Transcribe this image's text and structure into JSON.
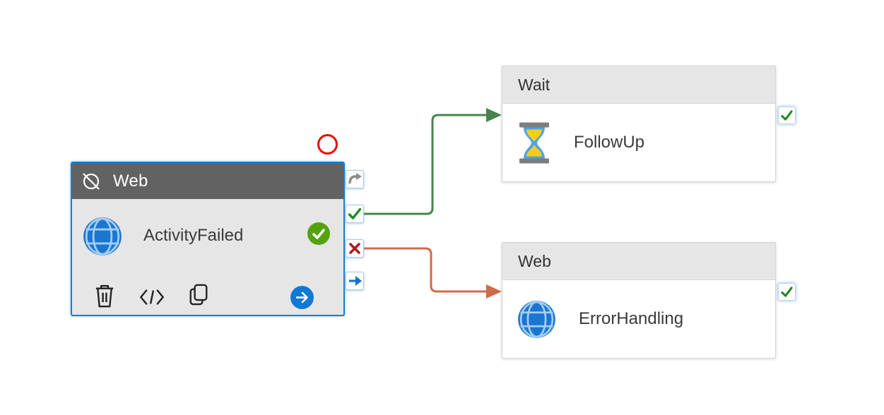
{
  "canvas": {
    "background": "#ffffff"
  },
  "main_activity": {
    "type_label": "Web",
    "name": "ActivityFailed",
    "selected": true,
    "header_icon": "deactivated-circle-slash-icon",
    "type_icon": "globe-icon",
    "status_icon": "success-check-badge",
    "toolbar_icons": [
      "trash-icon",
      "code-icon",
      "copy-icon",
      "navigate-arrow-button"
    ]
  },
  "ports": [
    {
      "id": "skip",
      "icon": "redo-arrow-icon",
      "color": "#8c8c8c"
    },
    {
      "id": "success",
      "icon": "green-check-icon",
      "color": "#1f8a1f"
    },
    {
      "id": "failure",
      "icon": "red-x-icon",
      "color": "#a81c20"
    },
    {
      "id": "completion",
      "icon": "blue-right-arrow-icon",
      "color": "#1473c8"
    }
  ],
  "activities": [
    {
      "type_label": "Wait",
      "name": "FollowUp",
      "type_icon": "hourglass-icon",
      "status_icon": "success-check"
    },
    {
      "type_label": "Web",
      "name": "ErrorHandling",
      "type_icon": "globe-icon",
      "status_icon": "success-check"
    }
  ],
  "connectors": [
    {
      "from": "ActivityFailed.success",
      "to": "FollowUp",
      "color": "#44854a"
    },
    {
      "from": "ActivityFailed.failure",
      "to": "ErrorHandling",
      "color": "#cf6a48"
    }
  ],
  "annotations": [
    {
      "type": "breakpoint-circle",
      "color": "#e50c0c"
    }
  ],
  "colors": {
    "selection_blue": "#0e7fd6",
    "node_header_dark": "#626262",
    "node_body_gray": "#e6e6e6",
    "node_header_light": "#e6e6e6",
    "node_border": "#d6d6d6",
    "success_green": "#1f8a1f",
    "failure_red": "#a81c20",
    "connector_success": "#44854a",
    "connector_failure": "#cf6a48",
    "badge_green": "#54a30c",
    "accent_blue": "#1179d3"
  }
}
